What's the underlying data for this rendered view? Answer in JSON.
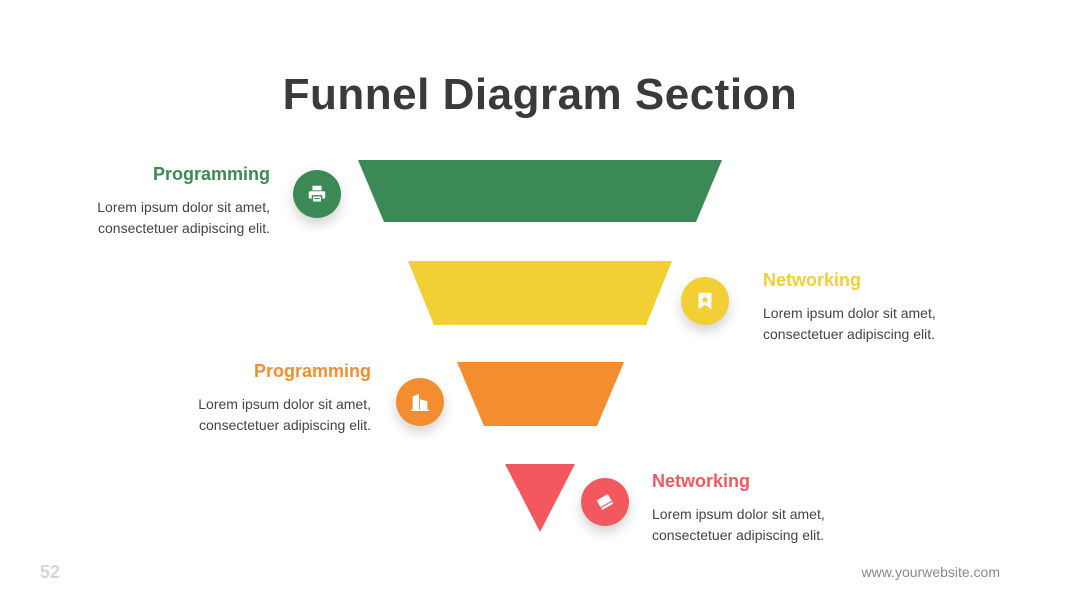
{
  "slide": {
    "title": "Funnel Diagram Section",
    "page_number": "52",
    "website": "www.yourwebsite.com"
  },
  "colors": {
    "green": "#3b8a55",
    "yellow": "#f2cf35",
    "orange": "#f28d30",
    "red": "#f2585e",
    "title": "#3a3a3a",
    "body": "#444444"
  },
  "stages": [
    {
      "title": "Programming",
      "line1": "Lorem ipsum dolor sit amet,",
      "line2": "consectetuer adipiscing elit.",
      "color": "#3b8a55",
      "icon": "printer-icon"
    },
    {
      "title": "Networking",
      "line1": "Lorem ipsum dolor sit amet,",
      "line2": "consectetuer adipiscing elit.",
      "color": "#f2cf35",
      "icon": "bookmark-star-icon"
    },
    {
      "title": "Programming",
      "line1": "Lorem ipsum dolor sit amet,",
      "line2": "consectetuer adipiscing elit.",
      "color": "#f28d30",
      "icon": "buildings-icon"
    },
    {
      "title": "Networking",
      "line1": "Lorem ipsum dolor sit amet,",
      "line2": "consectetuer adipiscing elit.",
      "color": "#f2585e",
      "icon": "book-icon"
    }
  ]
}
